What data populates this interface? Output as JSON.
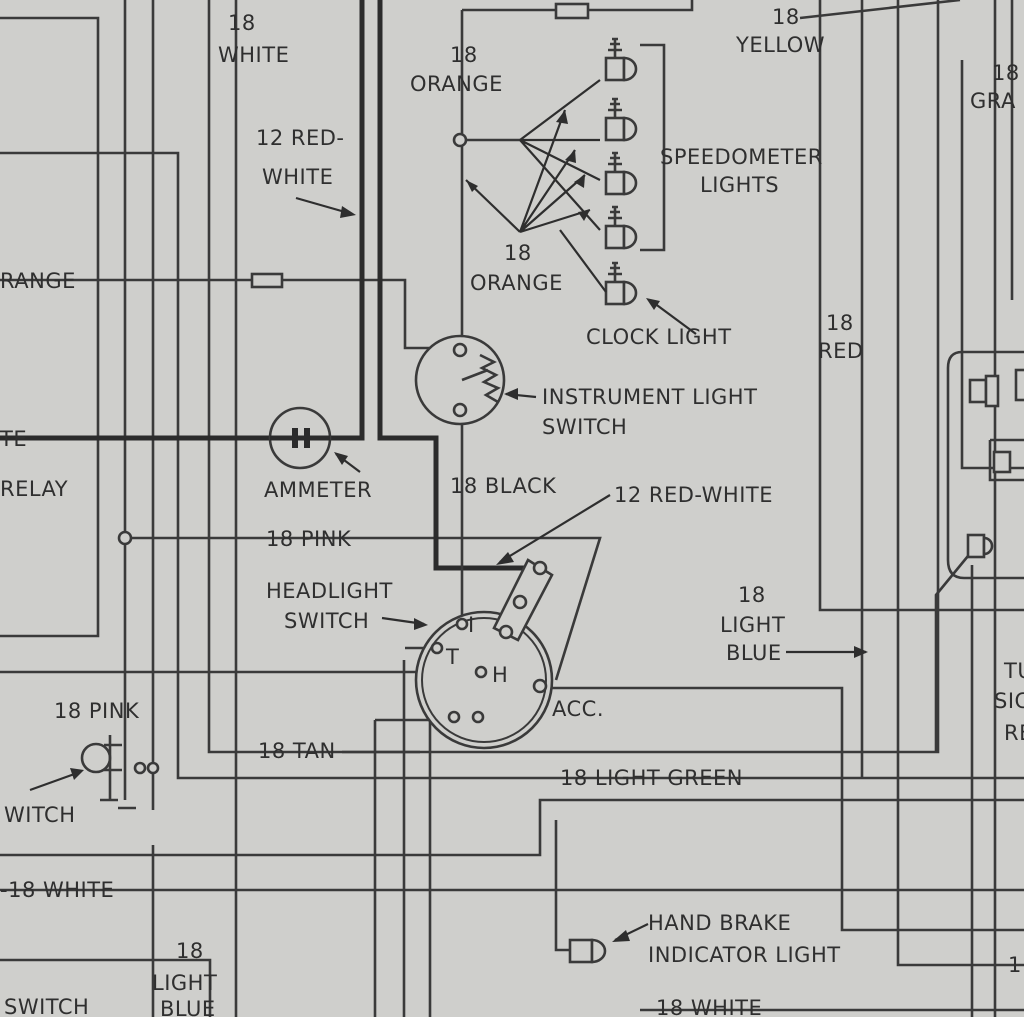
{
  "labels": {
    "white_18_num": "18",
    "white_18_color": "WHITE",
    "red_white_12_num": "12 RED-",
    "red_white_12_color": "WHITE",
    "orange_top_num": "18",
    "orange_top_color": "ORANGE",
    "orange_mid_num": "18",
    "orange_mid_color": "ORANGE",
    "speedometer_line1": "SPEEDOMETER",
    "speedometer_line2": "LIGHTS",
    "clock_light": "CLOCK LIGHT",
    "yellow_num": "18",
    "yellow_color": "YELLOW",
    "gray_num": "18",
    "gray_color": "GRA",
    "red_num": "18",
    "red_color": "RED",
    "orange_left": "RANGE",
    "instrument_line1": "INSTRUMENT LIGHT",
    "instrument_line2": "SWITCH",
    "te_left": "TE",
    "relay_left": "RELAY",
    "ammeter": "AMMETER",
    "black_18": "18 BLACK",
    "red_white_12_b": "12 RED-WHITE",
    "pink_18_center": "18 PINK",
    "headlight_line1": "HEADLIGHT",
    "headlight_line2": "SWITCH",
    "terminal_i": "I",
    "terminal_t": "T",
    "terminal_h": "H",
    "acc": "ACC.",
    "light_blue_num": "18",
    "light_blue_line1": "LIGHT",
    "light_blue_line2": "BLUE",
    "pink_18_left": "18 PINK",
    "switch_left": "WITCH",
    "tan_18": "18 TAN",
    "light_green_18": "18 LIGHT GREEN",
    "white_18_left": "-18 WHITE",
    "light_blue_bottom_num": "18",
    "light_blue_bottom_line1": "LIGHT",
    "light_blue_bottom_line2": "BLUE",
    "switch_bottom": "SWITCH",
    "hand_brake_line1": "HAND BRAKE",
    "hand_brake_line2": "INDICATOR LIGHT",
    "white_18_bottom": "18 WHITE",
    "tu_right": "TU",
    "sic_right": "SIC",
    "re_right": "RE",
    "one_right": "1"
  }
}
